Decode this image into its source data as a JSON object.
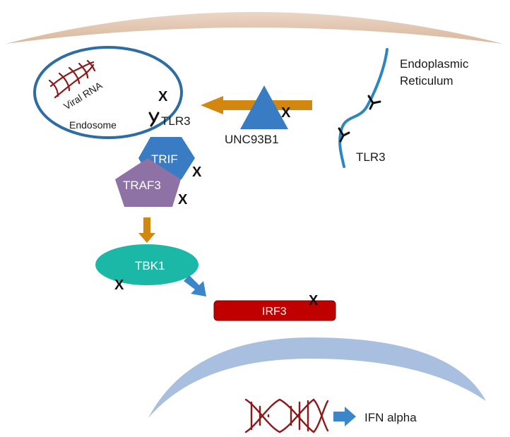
{
  "labels": {
    "viral_rna": "Viral RNA",
    "endosome": "Endosome",
    "tlr3_endosome": "TLR3",
    "unc93b1": "UNC93B1",
    "er_line1": "Endoplasmic",
    "er_line2": "Reticulum",
    "tlr3_er": "TLR3",
    "trif": "TRIF",
    "traf3": "TRAF3",
    "tbk1": "TBK1",
    "irf3": "IRF3",
    "ifn_alpha": "IFN alpha"
  },
  "mutation_mark": "X",
  "colors": {
    "membrane": "#e0c4ad",
    "endosome_outline": "#2e6da4",
    "er_line": "#2e86c1",
    "dna": "#8b1a1a",
    "unc93b1": "#3a7cc4",
    "trif": "#3a7cc4",
    "traf3": "#8e72a6",
    "tbk1": "#1bb8a8",
    "irf3": "#c00000",
    "arrow_orange": "#d4870f",
    "arrow_blue": "#3a86c8",
    "nucleus": "#a9bfe0"
  }
}
